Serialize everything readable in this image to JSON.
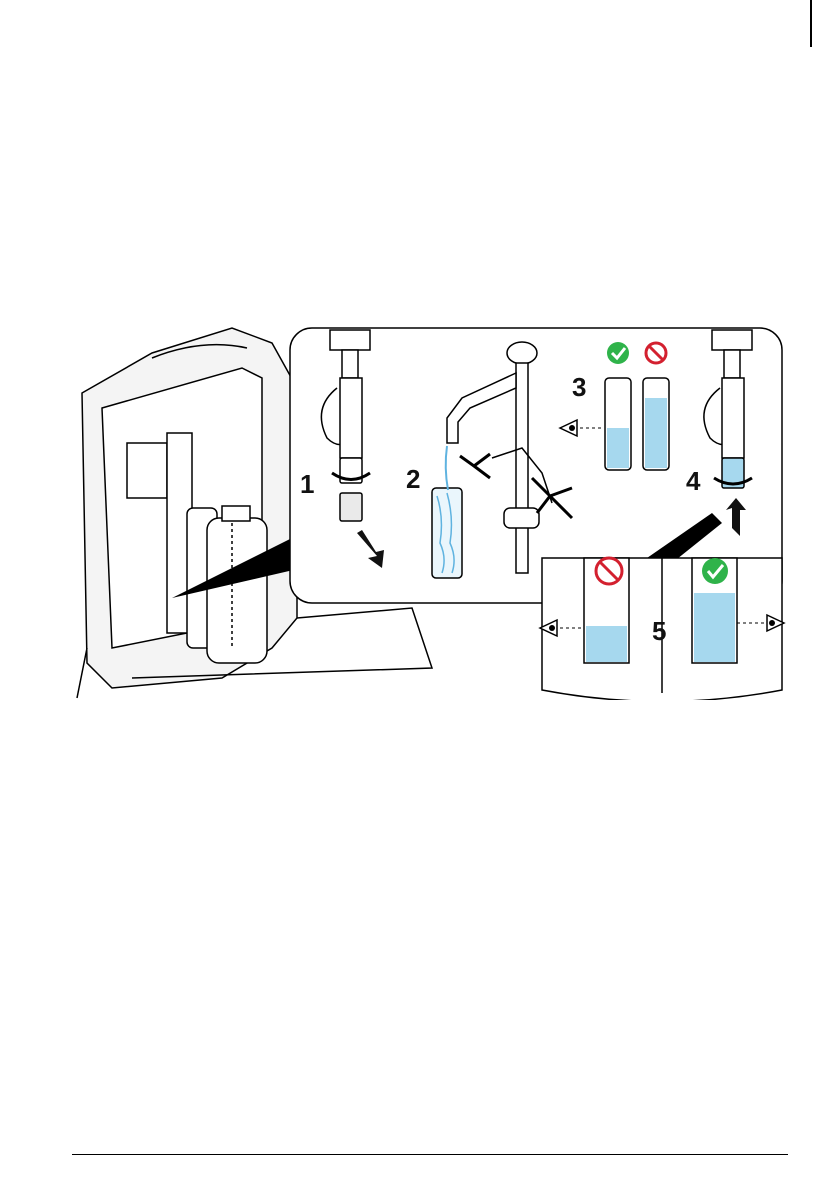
{
  "illustration": {
    "steps": [
      {
        "label": "1"
      },
      {
        "label": "2"
      },
      {
        "label": "3"
      },
      {
        "label": "4"
      },
      {
        "label": "5"
      }
    ],
    "colors": {
      "ok": "#2fb34a",
      "no": "#d3202f",
      "water": "#a6d8ee",
      "water_dark": "#5fb3e0",
      "outline": "#000000"
    },
    "icons": [
      "checkmark-icon",
      "prohibited-icon",
      "eye-icon",
      "arrow-icon"
    ]
  }
}
